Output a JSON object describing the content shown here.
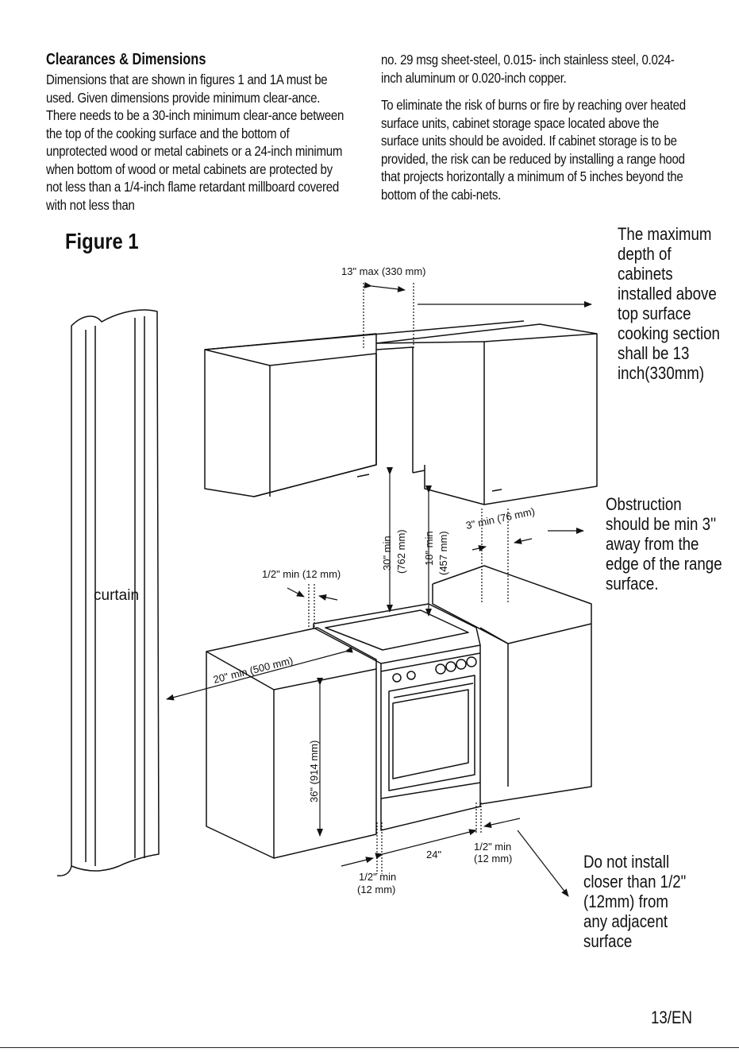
{
  "section": {
    "heading": "Clearances & Dimensions",
    "left_paragraph": "Dimensions that are shown in figures 1 and 1A must be used. Given dimensions provide minimum clear-ance. There needs to be a 30-inch minimum clear-ance between the top of the cooking surface and the bottom of unprotected wood or metal cabinets or a 24-inch minimum when bottom of wood or metal cabinets are protected by not less than a 1/4-inch flame retardant millboard covered with not less than",
    "right_paragraph_1": "no. 29 msg sheet-steel, 0.015- inch stainless steel, 0.024-inch aluminum or 0.020-inch copper.",
    "right_paragraph_2": "To eliminate the risk of burns or fire by reaching over heated surface units, cabinet storage space located above the surface units should be avoided. If cabinet storage is to be provided, the risk can be reduced by installing a range hood that projects horizontally a minimum of 5 inches beyond the bottom of the cabi-nets."
  },
  "figure": {
    "title": "Figure 1",
    "notes": {
      "cabinet_depth": [
        "The maximum",
        "depth of",
        "cabinets",
        "installed above",
        "top surface",
        "cooking section",
        "shall be 13",
        "inch(330mm)"
      ],
      "obstruction": [
        "Obstruction",
        "should be min 3''",
        "away from the",
        "edge of the range",
        "surface."
      ],
      "adjacent": [
        "Do not install",
        "closer than 1/2\"",
        "(12mm) from",
        "any adjacent",
        "surface"
      ]
    },
    "labels": {
      "max_13": "13\" max (330 mm)",
      "curtain": "curtain",
      "half_min_top": "1/2\" min (12 mm)",
      "min_30": "30\" min",
      "mm_762": "(762 mm)",
      "min_18": "18\" min",
      "mm_457": "(457 mm)",
      "min_3": "3\" min (76 mm)",
      "min_20": "20\" min (500 mm)",
      "h_36": "36\" (914 mm)",
      "w_24": "24\"",
      "half_min_right_1": "1/2\" min",
      "half_min_right_2": "(12 mm)",
      "half_min_bottom_1": "1/2\" min",
      "half_min_bottom_2": "(12 mm)"
    }
  },
  "footer": {
    "page_number": "13/EN"
  }
}
